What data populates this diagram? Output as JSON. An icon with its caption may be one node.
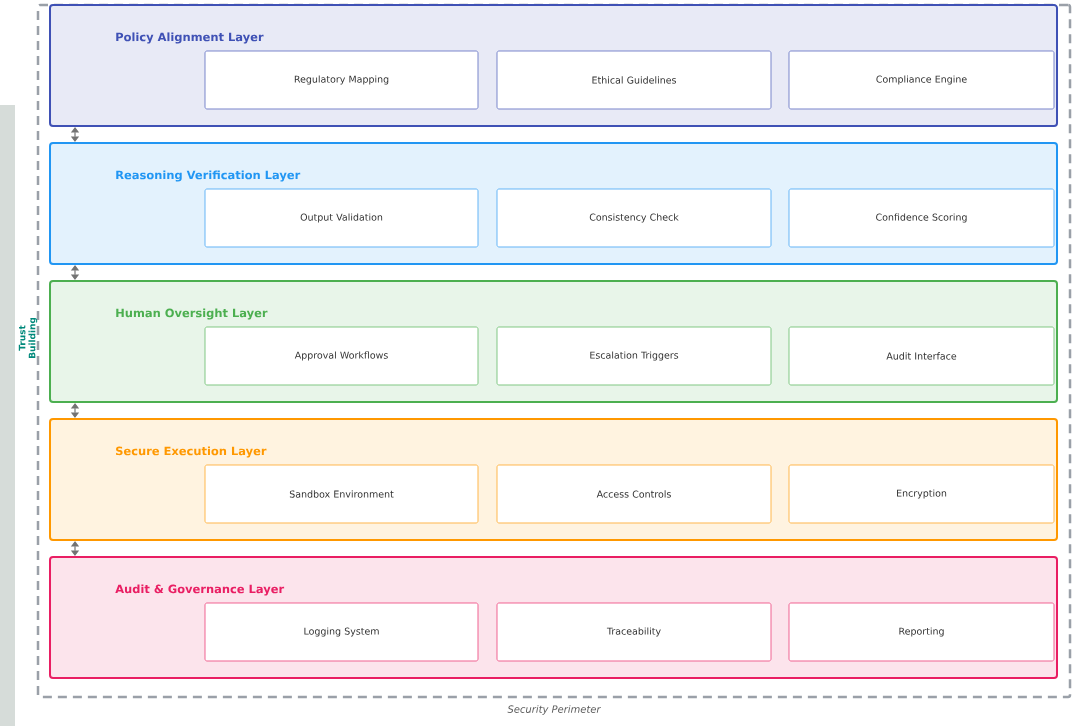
{
  "diagram": {
    "nodes": [
      {
        "text": [
          "Security Perimeter"
        ]
      },
      {
        "text": [
          "Policy Alignment Layer"
        ],
        "in": 0
      },
      {
        "text": [
          "Regulatory Mapping"
        ],
        "in": 1
      },
      {
        "text": [
          "Ethical Guidelines"
        ],
        "in": 1
      },
      {
        "text": [
          "Compliance Engine"
        ],
        "in": 1
      },
      {
        "text": [
          "Reasoning Verification Layer"
        ],
        "in": 0
      },
      {
        "text": [
          "Output Validation"
        ],
        "in": 5
      },
      {
        "text": [
          "Consistency Check"
        ],
        "in": 5
      },
      {
        "text": [
          "Confidence Scoring"
        ],
        "in": 5
      },
      {
        "text": [
          "Human Oversight Layer"
        ],
        "in": 0
      },
      {
        "text": [
          "Approval Workflows"
        ],
        "in": 9
      },
      {
        "text": [
          "Escalation Triggers"
        ],
        "in": 9
      },
      {
        "text": [
          "Audit Interface"
        ],
        "in": 9
      },
      {
        "text": [
          "Secure Execution Layer"
        ],
        "in": 0
      },
      {
        "text": [
          "Sandbox Environment"
        ],
        "in": 13
      },
      {
        "text": [
          "Access Controls"
        ],
        "in": 13
      },
      {
        "text": [
          "Encryption"
        ],
        "in": 13
      },
      {
        "text": [
          "Audit & Governance Layer"
        ],
        "in": 0
      },
      {
        "text": [
          "Logging System"
        ],
        "in": 17
      },
      {
        "text": [
          "Traceability"
        ],
        "in": 17
      },
      {
        "text": [
          "Reporting"
        ],
        "in": 17
      }
    ],
    "edges": [
      {
        "from": 1,
        "to": 5,
        "arrow": "both"
      },
      {
        "from": 5,
        "to": 9,
        "arrow": "both"
      },
      {
        "from": 9,
        "to": 13,
        "arrow": "both"
      },
      {
        "from": 13,
        "to": 17,
        "arrow": "both"
      }
    ],
    "labels": [
      "Trust Building"
    ]
  }
}
